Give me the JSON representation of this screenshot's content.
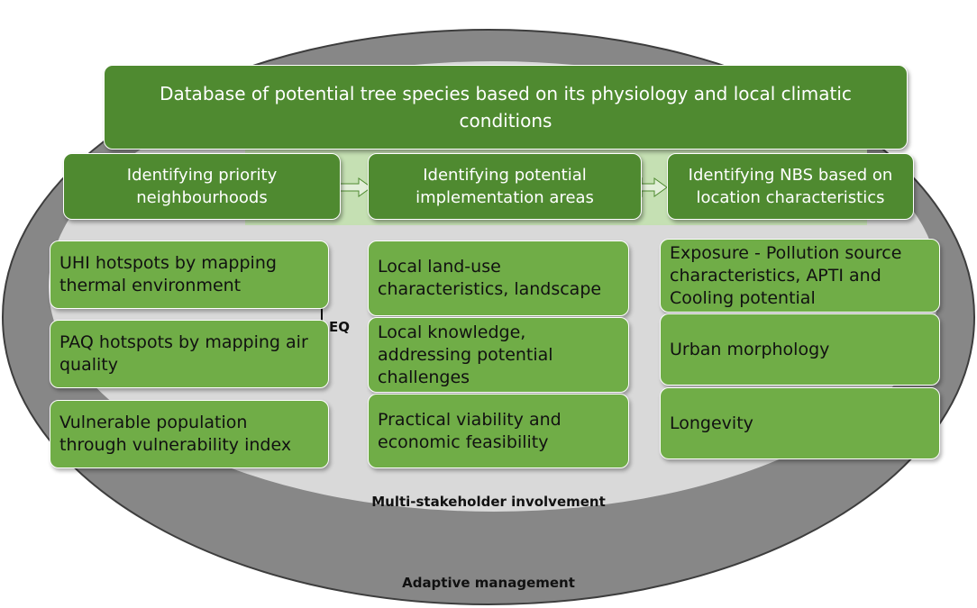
{
  "top": {
    "text": "Database of potential tree species based on its physiology and local climatic conditions"
  },
  "headers": [
    {
      "text": "Identifying priority neighbourhoods"
    },
    {
      "text": "Identifying potential implementation areas"
    },
    {
      "text": "Identifying NBS based on location characteristics"
    }
  ],
  "columns": {
    "left": [
      "UHI hotspots by mapping thermal environment",
      "PAQ hotspots by mapping air quality",
      "Vulnerable population through vulnerability index"
    ],
    "middle": [
      "Local land-use characteristics, landscape",
      "Local knowledge, addressing potential challenges",
      "Practical viability and economic feasibility"
    ],
    "right": [
      "Exposure - Pollution source characteristics, APTI and Cooling potential",
      "Urban morphology",
      "Longevity"
    ]
  },
  "eq_label": "EQ",
  "inner_ellipse_label": "Multi-stakeholder involvement",
  "outer_ellipse_label": "Adaptive management",
  "colors": {
    "outer_ellipse": "#878787",
    "inner_ellipse": "#d9d9d9",
    "dark_green": "#4f8a30",
    "light_green": "#70ad47",
    "pale_band": "#c5e0b3"
  }
}
